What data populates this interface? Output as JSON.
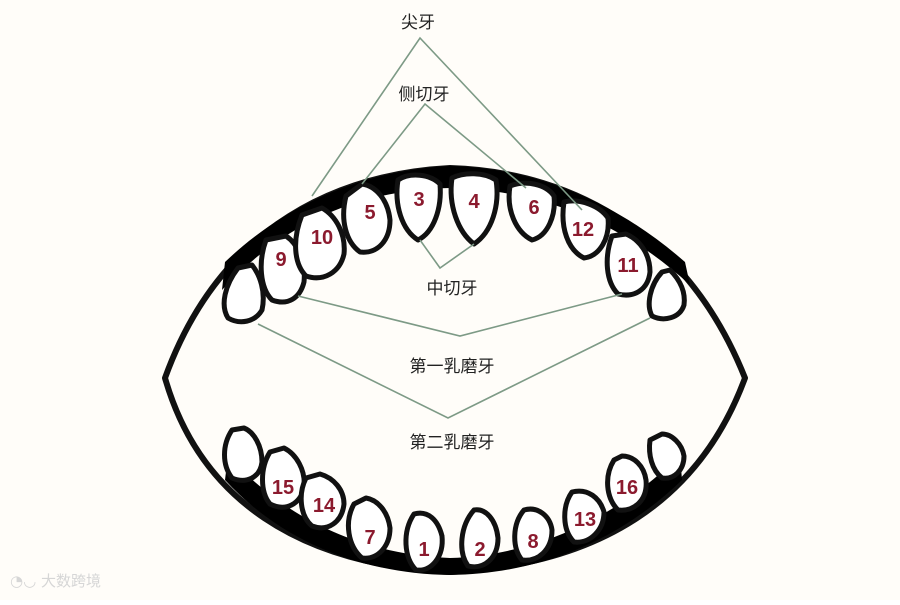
{
  "labels": {
    "canine": "尖牙",
    "lateral_incisor": "侧切牙",
    "central_incisor": "中切牙",
    "first_molar": "第一乳磨牙",
    "second_molar": "第二乳磨牙"
  },
  "upper_teeth": [
    "9",
    "10",
    "5",
    "3",
    "4",
    "6",
    "12",
    "11"
  ],
  "lower_teeth": [
    "15",
    "14",
    "7",
    "1",
    "2",
    "8",
    "13",
    "16"
  ],
  "watermark": "大数跨境",
  "colors": {
    "number": "#8b1a2e",
    "leader_line": "#7d9a86",
    "outline": "#111111"
  }
}
